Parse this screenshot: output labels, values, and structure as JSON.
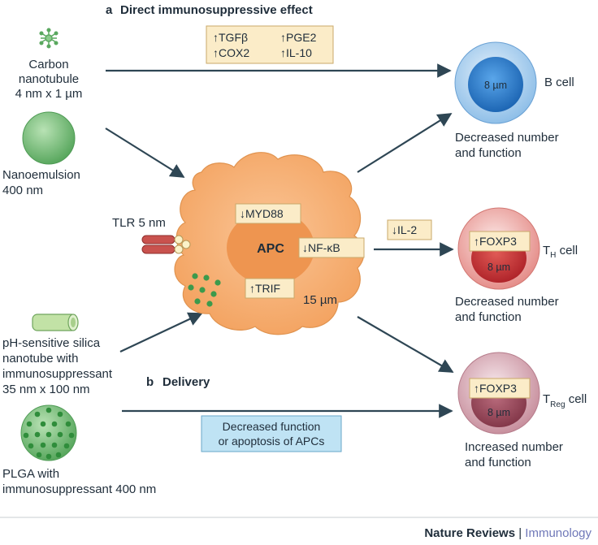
{
  "section_a": {
    "letter": "a",
    "title": "Direct immunosuppressive effect"
  },
  "section_b": {
    "letter": "b",
    "title": "Delivery"
  },
  "carbon_nanotubule": {
    "line1": "Carbon",
    "line2": "nanotubule",
    "line3": "4 nm x 1 µm"
  },
  "nanoemulsion": {
    "line1": "Nanoemulsion",
    "line2": "400 nm"
  },
  "silica": {
    "line1": "pH-sensitive silica",
    "line2": "nanotube with",
    "line3": "immunosuppressant",
    "line4": "35 nm x 100 nm"
  },
  "plga": {
    "line1": "PLGA with",
    "line2": "immunosuppressant 400 nm"
  },
  "cytokine_box": {
    "a": "↑TGFβ",
    "b": "↑PGE2",
    "c": "↑COX2",
    "d": "↑IL-10"
  },
  "apc": {
    "label": "APC",
    "size": "15 µm",
    "tlr": "TLR 5 nm",
    "myd88": "↓MYD88",
    "nfkb": "↓NF-κB",
    "trif": "↑TRIF"
  },
  "il2": "↓IL-2",
  "delivery_box": {
    "line1": "Decreased function",
    "line2": "or apoptosis of APCs"
  },
  "b_cell": {
    "size": "8 µm",
    "name": "B cell",
    "desc1": "Decreased number",
    "desc2": "and function"
  },
  "th_cell": {
    "foxp3": "↑FOXP3",
    "size": "8 µm",
    "name_main": "T",
    "name_sub": "H",
    "name_tail": " cell",
    "desc1": "Decreased number",
    "desc2": "and function"
  },
  "treg_cell": {
    "foxp3": "↑FOXP3",
    "size": "8 µm",
    "name_main": "T",
    "name_sub": "Reg",
    "name_tail": " cell",
    "desc1": "Increased number",
    "desc2": "and function"
  },
  "footer": {
    "journal": "Nature Reviews",
    "separator": " | ",
    "section": "Immunology"
  },
  "colors": {
    "arrow": "#2e4654",
    "box_fill": "#fbecc8",
    "box_stroke": "#c9a86a",
    "apc_fill": "#f4ab6e",
    "apc_nucleus": "#ee9550",
    "bcell_core": "#2f7fce",
    "th_core": "#c9302f",
    "treg_core": "#9a4b5c",
    "delivery_fill": "#bfe3f4",
    "green": "#64b26a",
    "footer_accent": "#6f78b8"
  }
}
